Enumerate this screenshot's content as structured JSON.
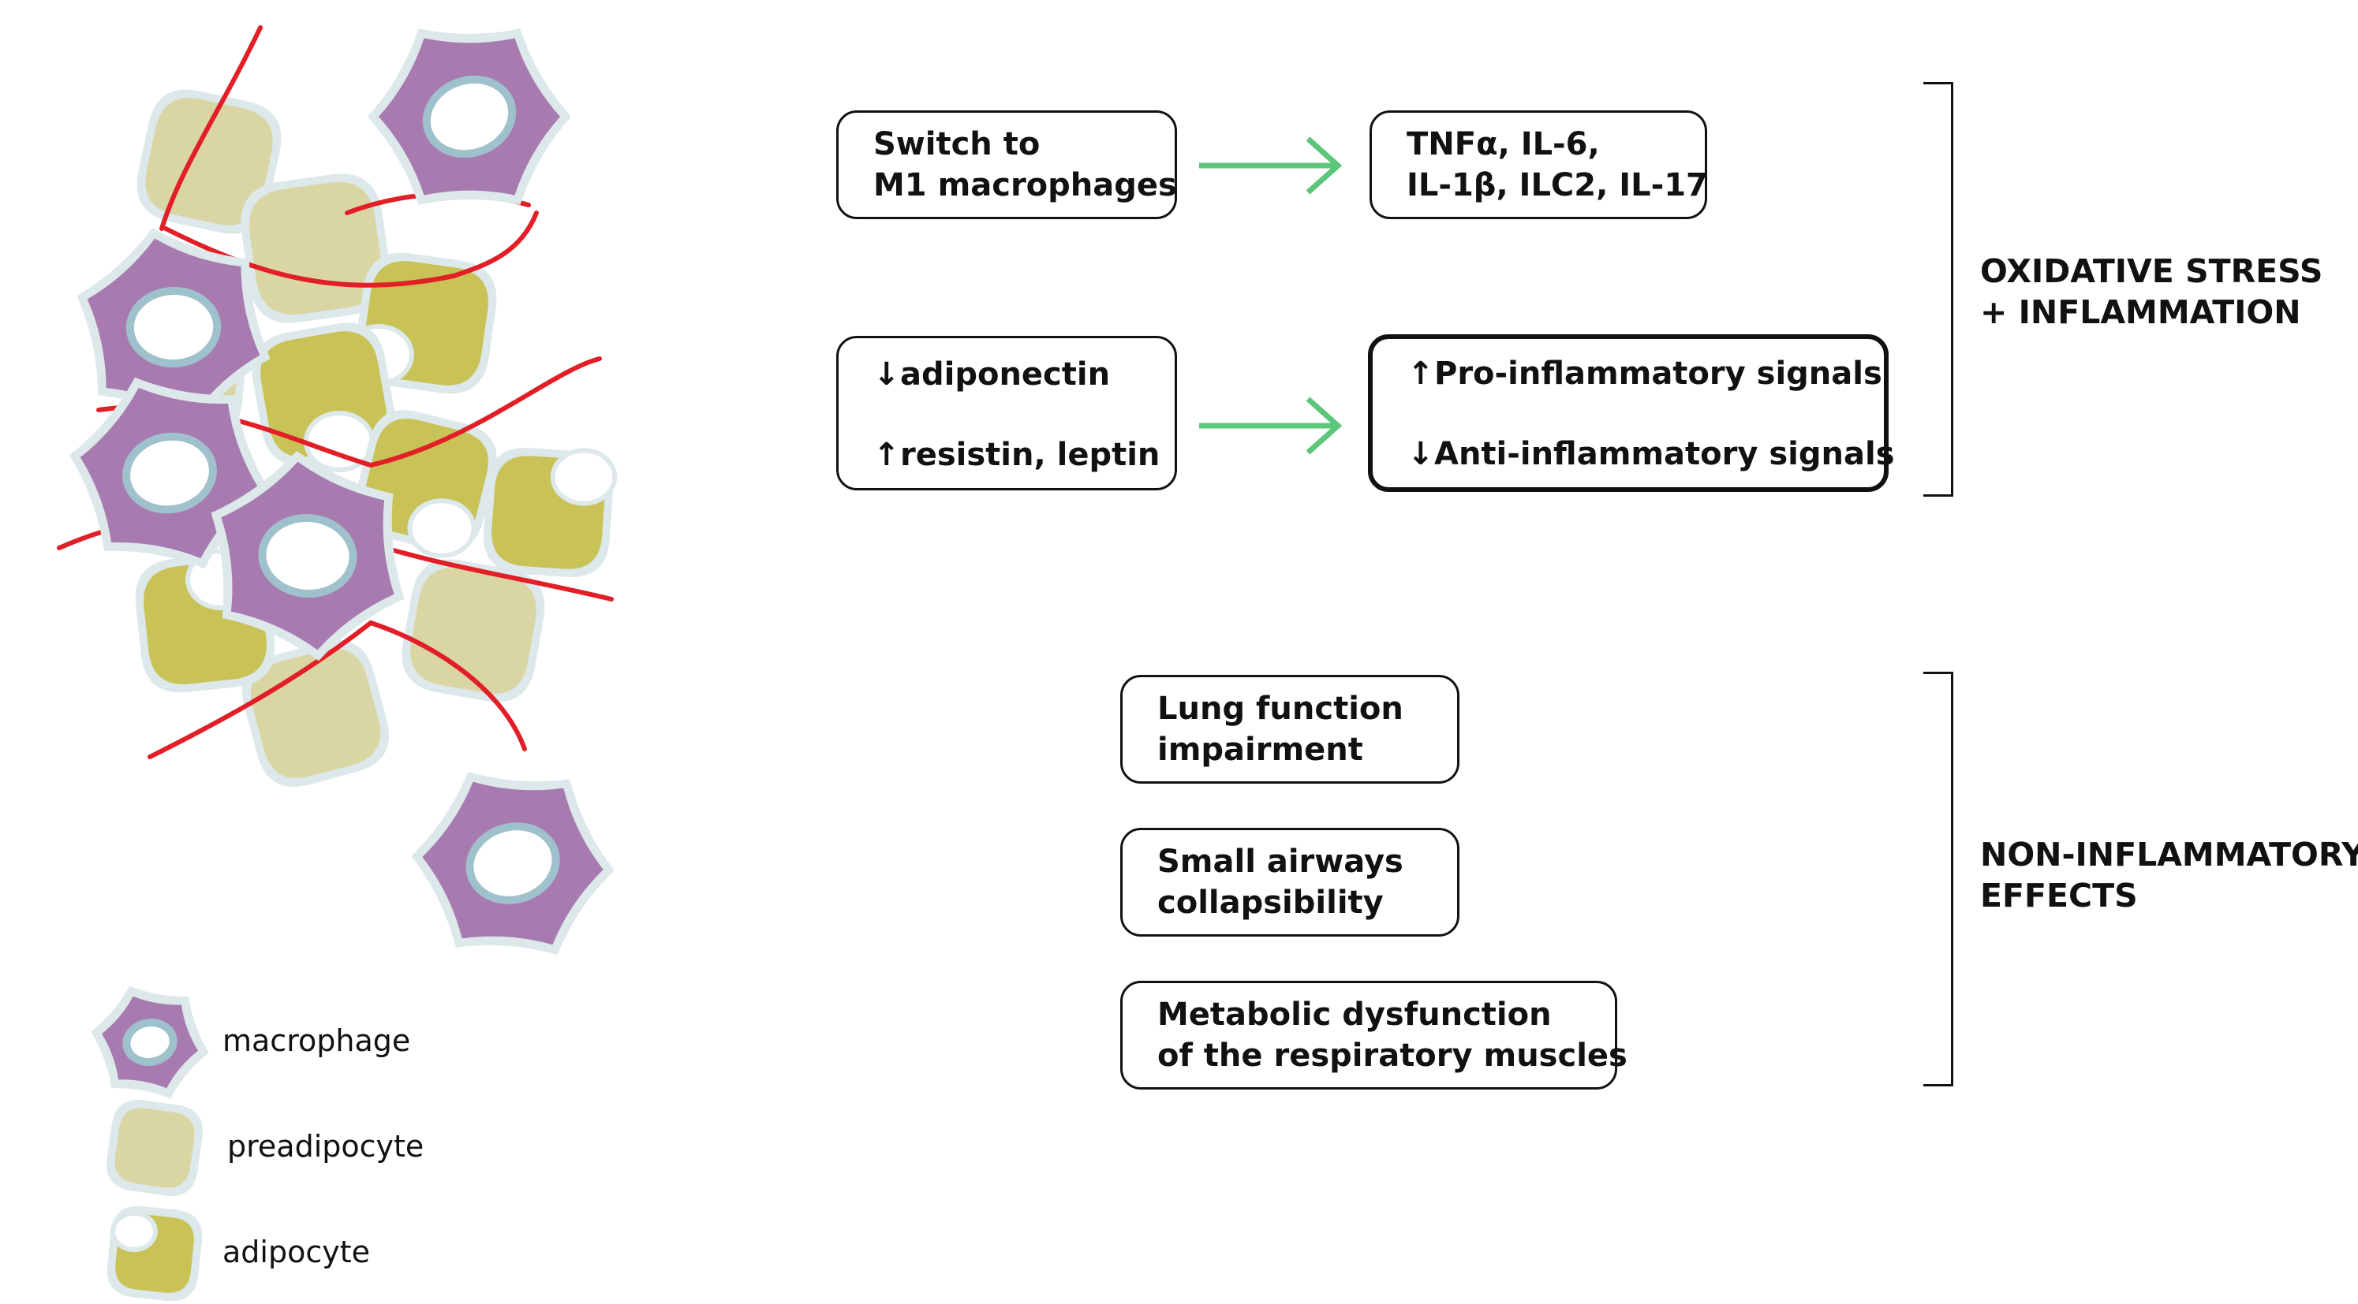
{
  "colors": {
    "macrophage": "#a87bb0",
    "preadipocyte": "#d9d6a4",
    "adipocyte": "#c8c257",
    "cell_outline": "#dde8ea",
    "vessel": "#e21f26",
    "arrow": "#5cc67a"
  },
  "boxes": {
    "m1_switch": [
      "Switch to",
      "M1 macrophages"
    ],
    "cytokines": [
      "TNFα, IL-6,",
      "IL-1β, ILC2, IL-17"
    ],
    "adipokines": {
      "line1_arrow": "↓",
      "line1": "adiponectin",
      "line2_arrow": "↑",
      "line2": "resistin, leptin"
    },
    "signals": {
      "line1_arrow": "↑",
      "line1": "Pro-inflammatory signals",
      "line2_arrow": "↓",
      "line2": "Anti-inflammatory signals"
    },
    "lung": [
      "Lung function",
      "impairment"
    ],
    "airways": [
      "Small airways",
      "collapsibility"
    ],
    "metabolic": [
      "Metabolic dysfunction",
      "of the respiratory muscles"
    ]
  },
  "groups": {
    "oxidative": [
      "OXIDATIVE STRESS",
      "+ INFLAMMATION"
    ],
    "noninflammatory": [
      "NON-INFLAMMATORY",
      "EFFECTS"
    ]
  },
  "legend": {
    "macrophage": "macrophage",
    "preadipocyte": "preadipocyte",
    "adipocyte": "adipocyte"
  }
}
